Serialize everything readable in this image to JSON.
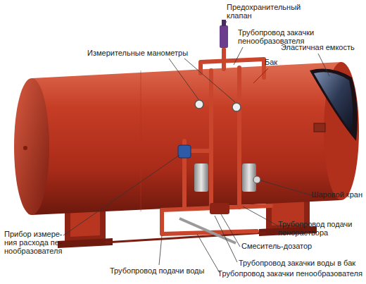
{
  "diagram": {
    "labels": [
      "Предохранительный клапан",
      "Измерительные манометры",
      "Трубопровод закачки пенообразователя",
      "Бак",
      "Эластичная емкость",
      "Шаровой кран",
      "Трубопровод подачи пенораствора",
      "Смеситель-дозатор",
      "Прибор измере- ния расхода пе- нообразователя",
      "Трубопровод подачи воды",
      "Трубопровод закачки воды в бак",
      "Трубопровод закачки пенообразователя"
    ]
  }
}
